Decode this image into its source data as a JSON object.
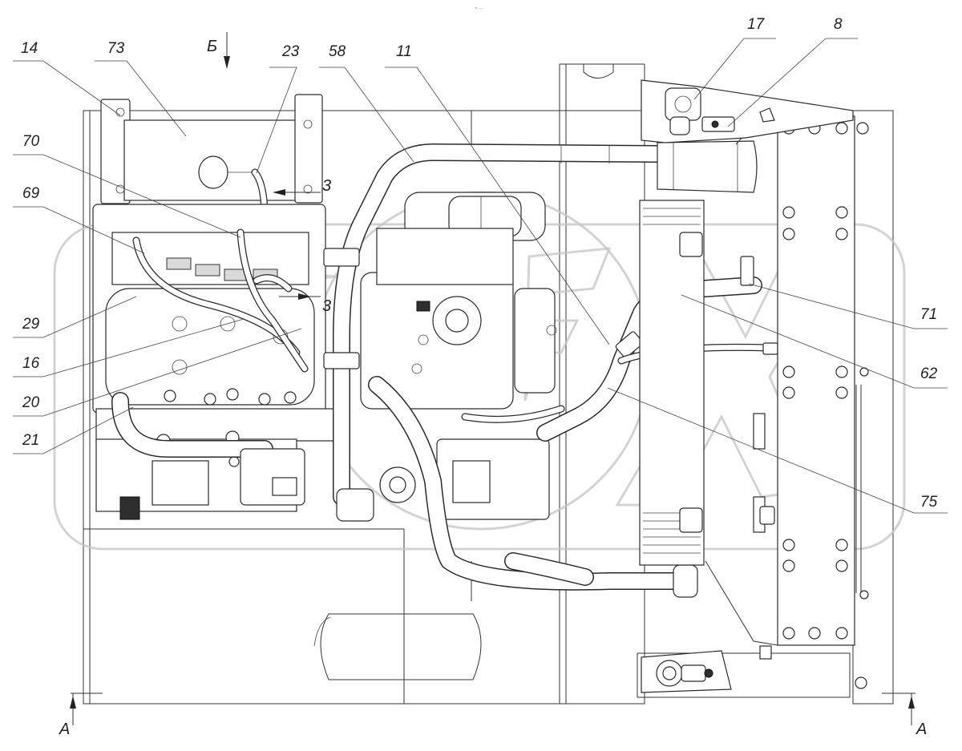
{
  "header": {
    "tiny_mark": "~ ···"
  },
  "callouts": [
    {
      "id": "c14",
      "label": "14"
    },
    {
      "id": "c73",
      "label": "73"
    },
    {
      "id": "c23",
      "label": "23"
    },
    {
      "id": "c58",
      "label": "58"
    },
    {
      "id": "c11",
      "label": "11"
    },
    {
      "id": "c17",
      "label": "17"
    },
    {
      "id": "c8",
      "label": "8"
    },
    {
      "id": "c70",
      "label": "70"
    },
    {
      "id": "c69",
      "label": "69"
    },
    {
      "id": "c29",
      "label": "29"
    },
    {
      "id": "c16",
      "label": "16"
    },
    {
      "id": "c20",
      "label": "20"
    },
    {
      "id": "c21",
      "label": "21"
    },
    {
      "id": "c71",
      "label": "71"
    },
    {
      "id": "c62",
      "label": "62"
    },
    {
      "id": "c75",
      "label": "75"
    }
  ],
  "view_markers": {
    "view_b": "Б",
    "section_a_left": "А",
    "section_a_right": "А",
    "detail_3_upper": "3",
    "detail_3_lower": "3"
  },
  "watermark": {
    "text": "ОРЕХ",
    "color": "#c4c4c4"
  }
}
